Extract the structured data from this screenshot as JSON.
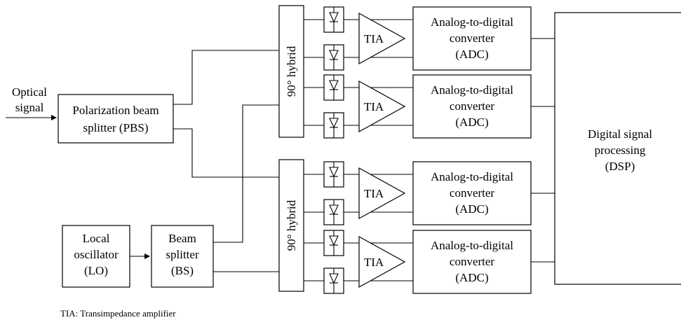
{
  "input_label": [
    "Optical",
    "signal"
  ],
  "pbs": [
    "Polarization beam",
    "splitter (PBS)"
  ],
  "lo": [
    "Local",
    "oscillator",
    "(LO)"
  ],
  "bs": [
    "Beam",
    "splitter",
    "(BS)"
  ],
  "hybrid_label": "90° hybrid",
  "tia_label": "TIA",
  "adc": [
    "Analog-to-digital",
    "converter",
    "(ADC)"
  ],
  "dsp": [
    "Digital signal",
    "processing",
    "(DSP)"
  ],
  "footnote": "TIA: Transimpedance amplifier",
  "colors": {
    "stroke": "#000000",
    "background": "#ffffff"
  },
  "icons": {
    "photodiode": "photodiode-icon",
    "amplifier": "tia-triangle"
  }
}
